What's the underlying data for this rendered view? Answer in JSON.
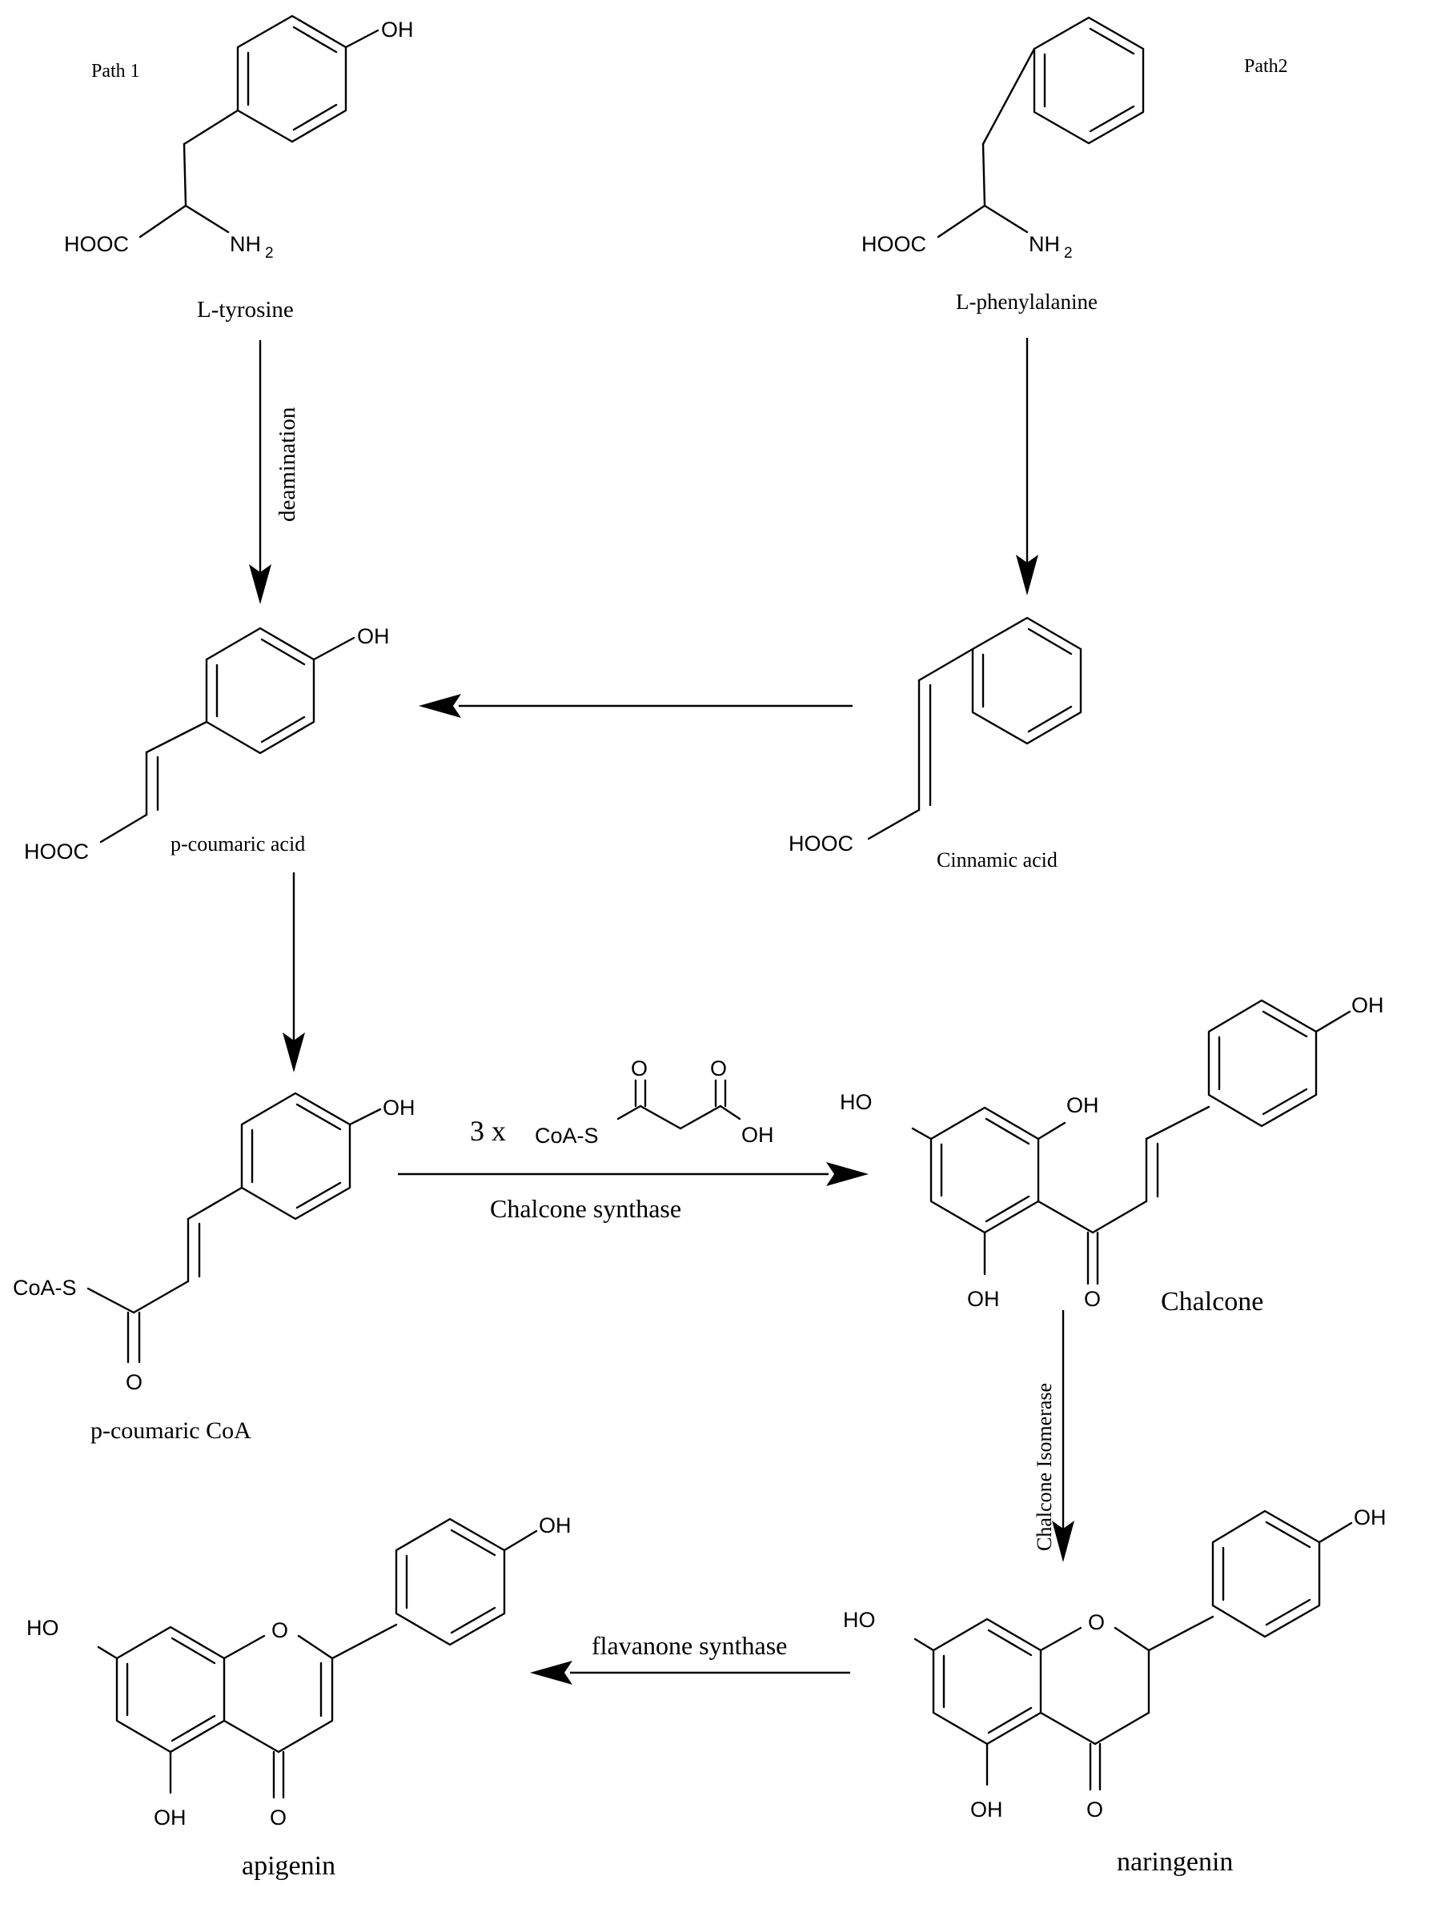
{
  "atoms": {
    "oh": "OH",
    "ho": "HO",
    "hooc": "HOOC",
    "nh": "NH",
    "two": "2",
    "o": "O",
    "coas": "CoA-S"
  },
  "labels": {
    "path1": "Path 1",
    "path2": "Path2",
    "l_tyrosine": "L-tyrosine",
    "l_phenylalanine": "L-phenylalanine",
    "p_coumaric_acid": "p-coumaric acid",
    "cinnamic_acid": "Cinnamic acid",
    "p_coumaric_coa": "p-coumaric CoA",
    "chalcone": "Chalcone",
    "naringenin": "naringenin",
    "apigenin": "apigenin",
    "malonyl_multiplier": "3 x"
  },
  "enzymes": {
    "deamination": "deamination",
    "chalcone_synthase": "Chalcone synthase",
    "chalcone_isomerase": "Chalcone Isomerase",
    "flavanone_synthase": "flavanone synthase"
  }
}
